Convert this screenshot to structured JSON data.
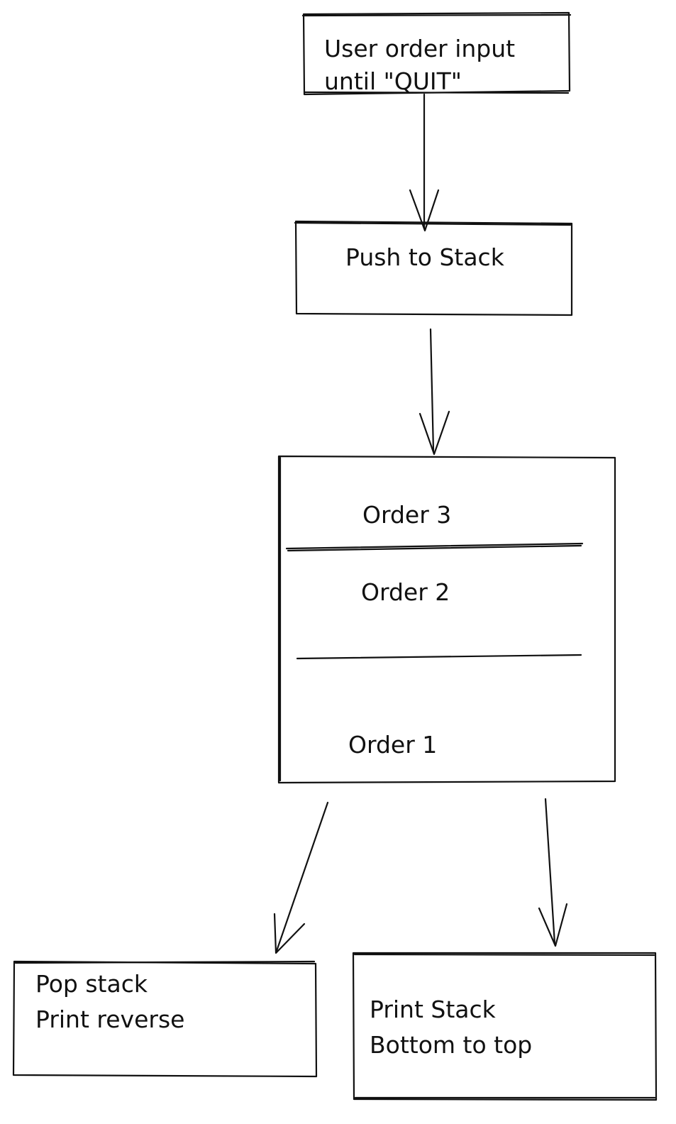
{
  "colors": {
    "stroke": "#111111",
    "background": "#ffffff"
  },
  "nodes": {
    "input": {
      "line1": "User order input",
      "line2": "until \"QUIT\""
    },
    "push": {
      "label": "Push to Stack"
    },
    "stack": {
      "top": "Order 3",
      "middle": "Order 2",
      "bottom": "Order 1"
    },
    "pop": {
      "line1": "Pop stack",
      "line2": "Print reverse"
    },
    "print": {
      "line1": "Print Stack",
      "line2": "Bottom to top"
    }
  }
}
